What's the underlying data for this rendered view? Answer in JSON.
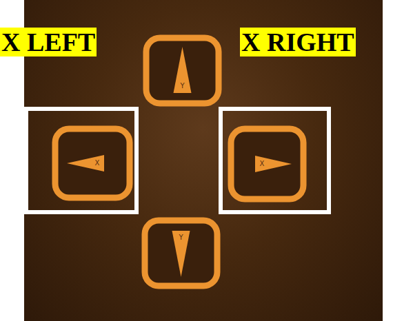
{
  "diagram": {
    "nodes": [
      {
        "text": [
          "Y"
        ]
      },
      {
        "text": [
          "X"
        ]
      },
      {
        "text": [
          "X"
        ]
      },
      {
        "text": [
          "Y"
        ]
      }
    ],
    "labels": [
      "X LEFT",
      "X RIGHT"
    ]
  }
}
